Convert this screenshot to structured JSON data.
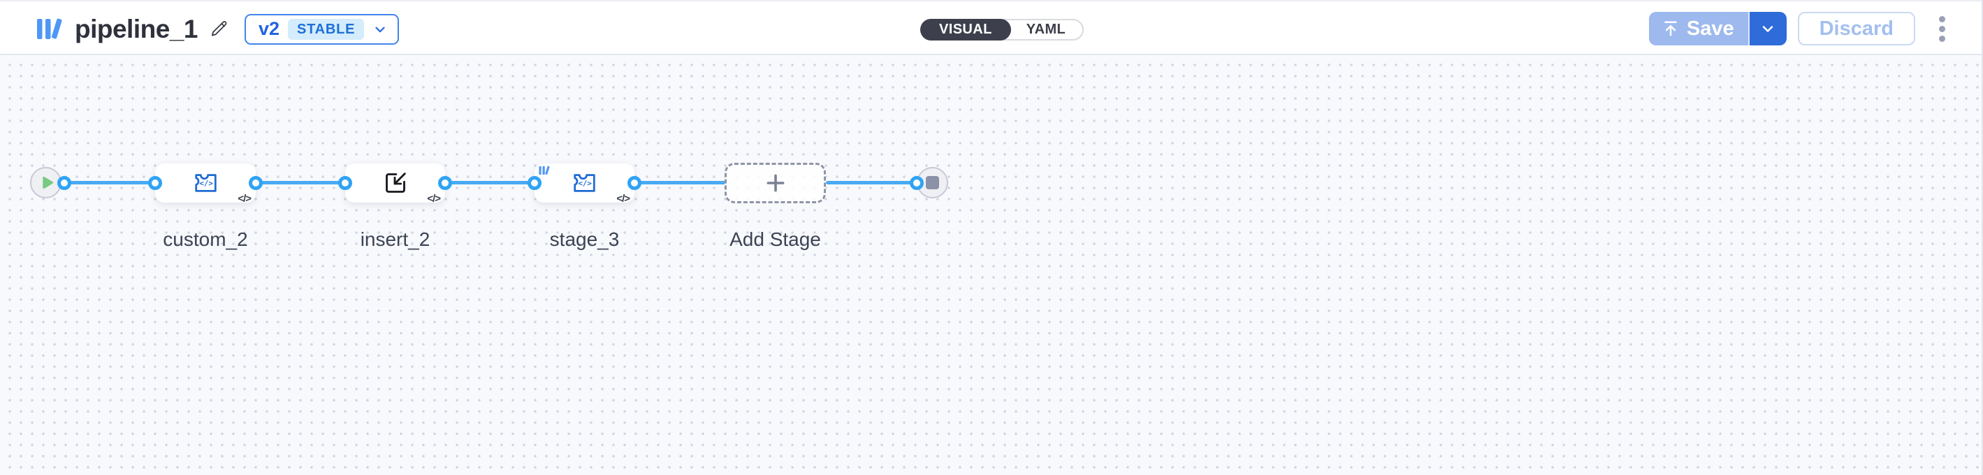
{
  "header": {
    "title": "pipeline_1",
    "version_select": {
      "version": "v2",
      "status_badge": "STABLE"
    },
    "view_toggle": {
      "options": [
        "VISUAL",
        "YAML"
      ],
      "active": "VISUAL"
    },
    "actions": {
      "save_label": "Save",
      "discard_label": "Discard"
    }
  },
  "canvas": {
    "start_node_icon": "play-icon",
    "end_node_icon": "stop-icon",
    "stages": [
      {
        "label": "custom_2",
        "icon": "puzzle-code-icon",
        "corner_badge": "</>"
      },
      {
        "label": "insert_2",
        "icon": "insert-arrow-icon",
        "corner_badge": "</>"
      },
      {
        "label": "stage_3",
        "icon": "puzzle-code-icon",
        "corner_badge": "</>",
        "corner_logo": "logo-icon"
      },
      {
        "label": "Add Stage",
        "icon": "plus-icon"
      }
    ]
  },
  "colors": {
    "edge_blue": "#47aaf3",
    "connector_blue": "#2fa3f4",
    "node_icon_blue": "#1f6bd3",
    "accent_blue": "#4285ec",
    "save_split_light": "#9db9ee",
    "save_split_dark": "#2f6bd9",
    "toggle_active_bg": "#3d404c",
    "play_green": "#79c983",
    "stop_gray": "#8b91a6"
  }
}
